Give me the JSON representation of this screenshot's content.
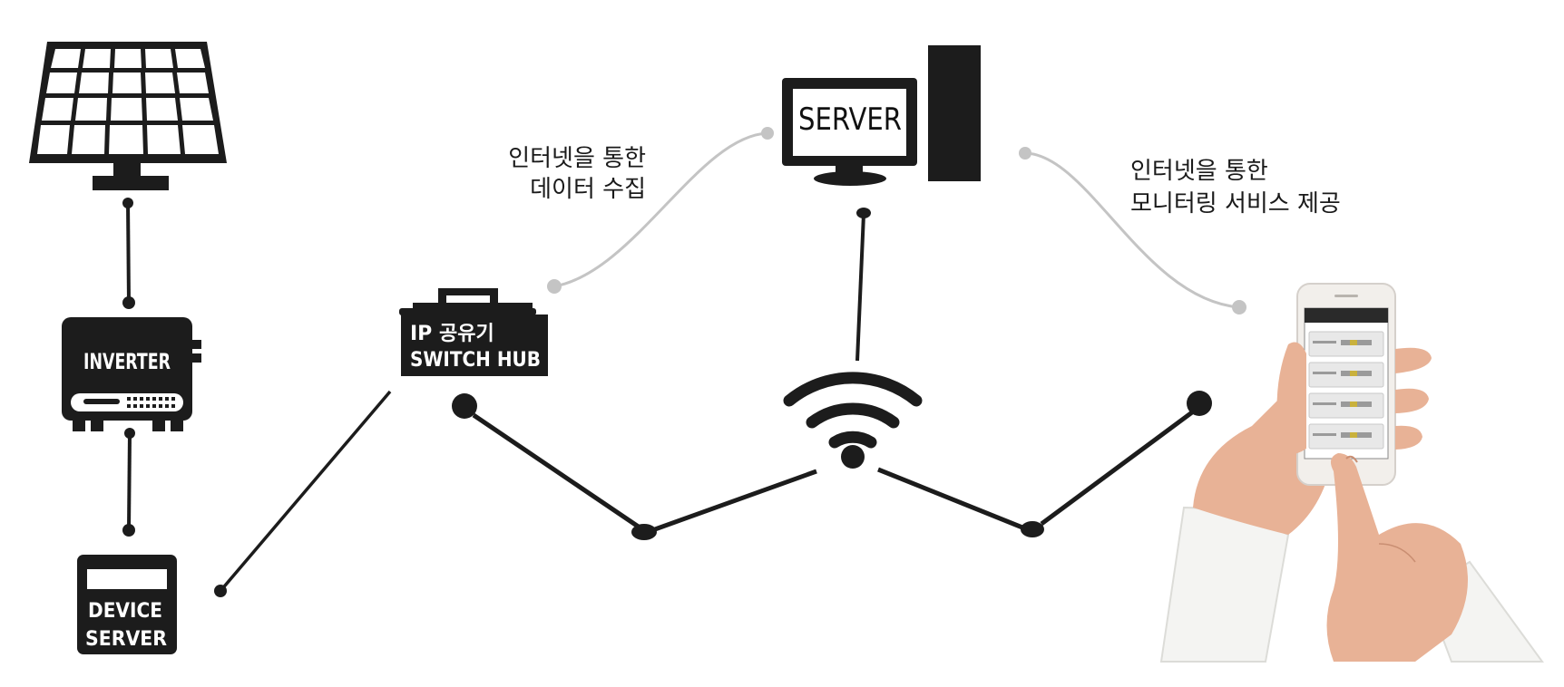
{
  "colors": {
    "ink": "#1c1c1c",
    "connector": "#c4c4c4",
    "skin": "#e8b296",
    "sleeve": "#f4f4f2"
  },
  "nodes": {
    "solar_panel": {
      "icon": "solar-panel-icon"
    },
    "inverter": {
      "label": "INVERTER",
      "icon": "inverter-icon"
    },
    "device_server": {
      "label_line1": "DEVICE",
      "label_line2": "SERVER",
      "icon": "device-server-icon"
    },
    "switch_hub": {
      "label_line1": "IP 공유기",
      "label_line2": "SWITCH HUB",
      "icon": "router-icon"
    },
    "server": {
      "label": "SERVER",
      "icon": "server-monitor-icon"
    },
    "wifi": {
      "icon": "wifi-icon"
    },
    "smartphone": {
      "icon": "smartphone-in-hands-icon"
    }
  },
  "captions": {
    "data_collection": {
      "line1": "인터넷을 통한",
      "line2": "데이터 수집"
    },
    "monitoring_service": {
      "line1": "인터넷을 통한",
      "line2": "모니터링 서비스 제공"
    }
  }
}
